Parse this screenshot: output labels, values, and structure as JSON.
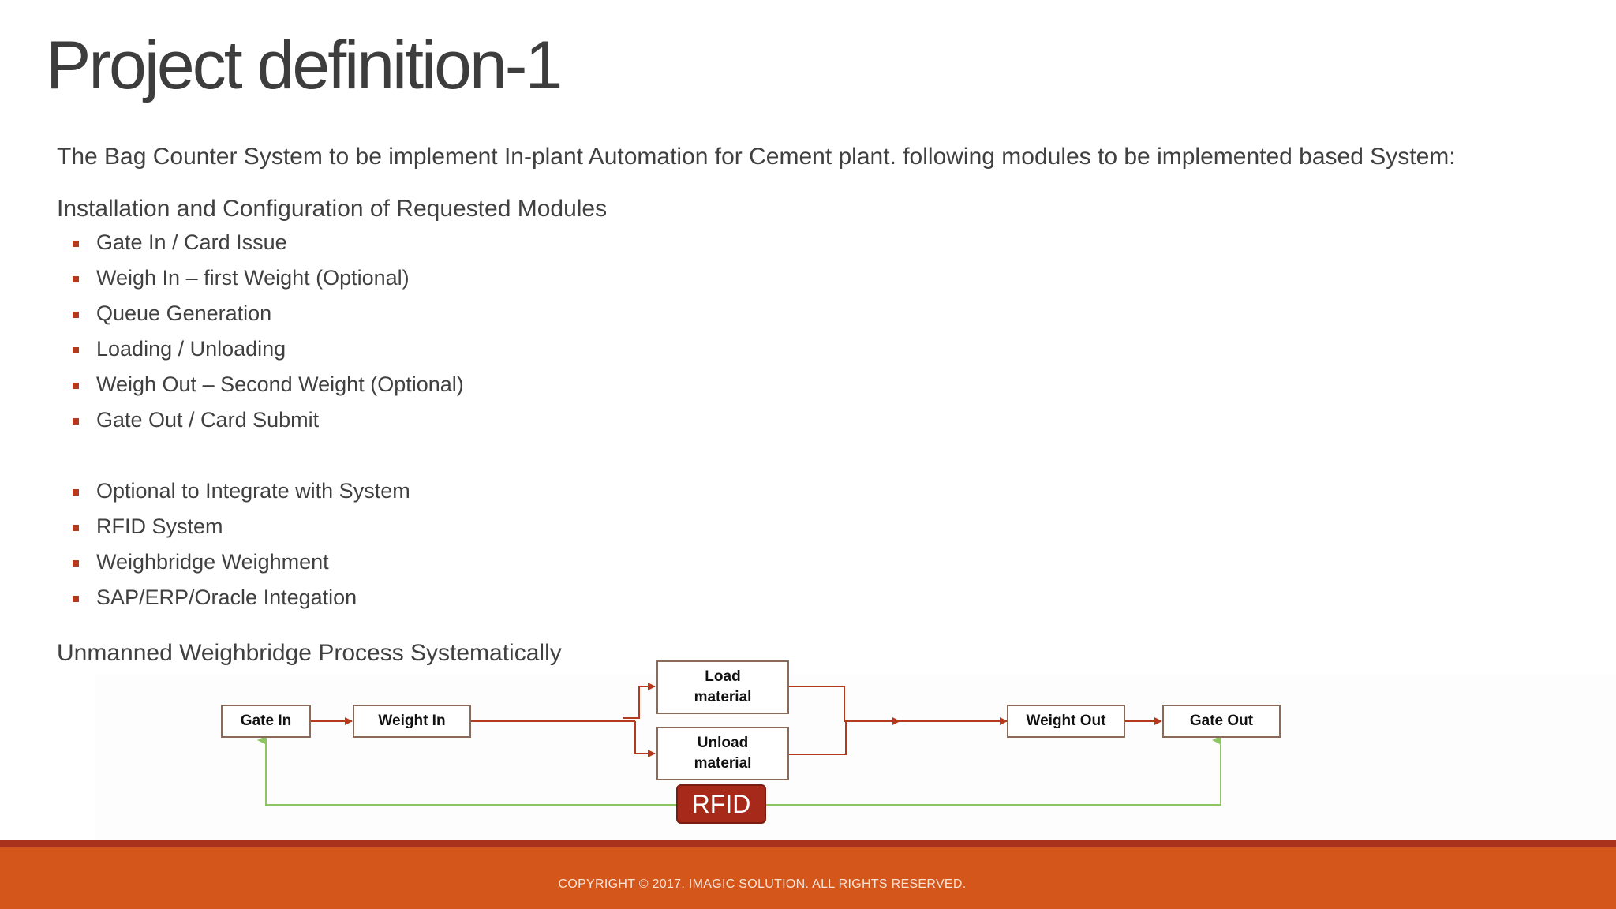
{
  "title": "Project definition-1",
  "intro": "The Bag Counter System to be implement In-plant Automation for Cement  plant. following modules to be implemented based System:",
  "modules_heading": "Installation and Configuration of Requested Modules",
  "modules": [
    "Gate In / Card Issue",
    "Weigh In – first Weight  (Optional)",
    "Queue Generation",
    "Loading / Unloading",
    "Weigh Out – Second Weight (Optional)",
    "Gate Out / Card Submit"
  ],
  "integrations": [
    "Optional  to Integrate with System",
    "RFID System",
    "Weighbridge Weighment",
    "SAP/ERP/Oracle Integation"
  ],
  "process_heading": "Unmanned Weighbridge Process Systematically",
  "diagram": {
    "gate_in": "Gate In",
    "weight_in": "Weight In",
    "load_line1": "Load",
    "load_line2": "material",
    "unload_line1": "Unload",
    "unload_line2": "material",
    "weight_out": "Weight Out",
    "gate_out": "Gate Out",
    "rfid": "RFID",
    "colors": {
      "flow_arrow": "#b5391c",
      "rfid_link": "#8cc561",
      "box_border": "#8a6a58",
      "rfid_fill": "#a6291a"
    }
  },
  "footer": {
    "copyright": "COPYRIGHT © 2017. IMAGIC SOLUTION. ALL RIGHTS RESERVED.",
    "colors": {
      "band_dark": "#a8321c",
      "band": "#d4561a"
    }
  }
}
